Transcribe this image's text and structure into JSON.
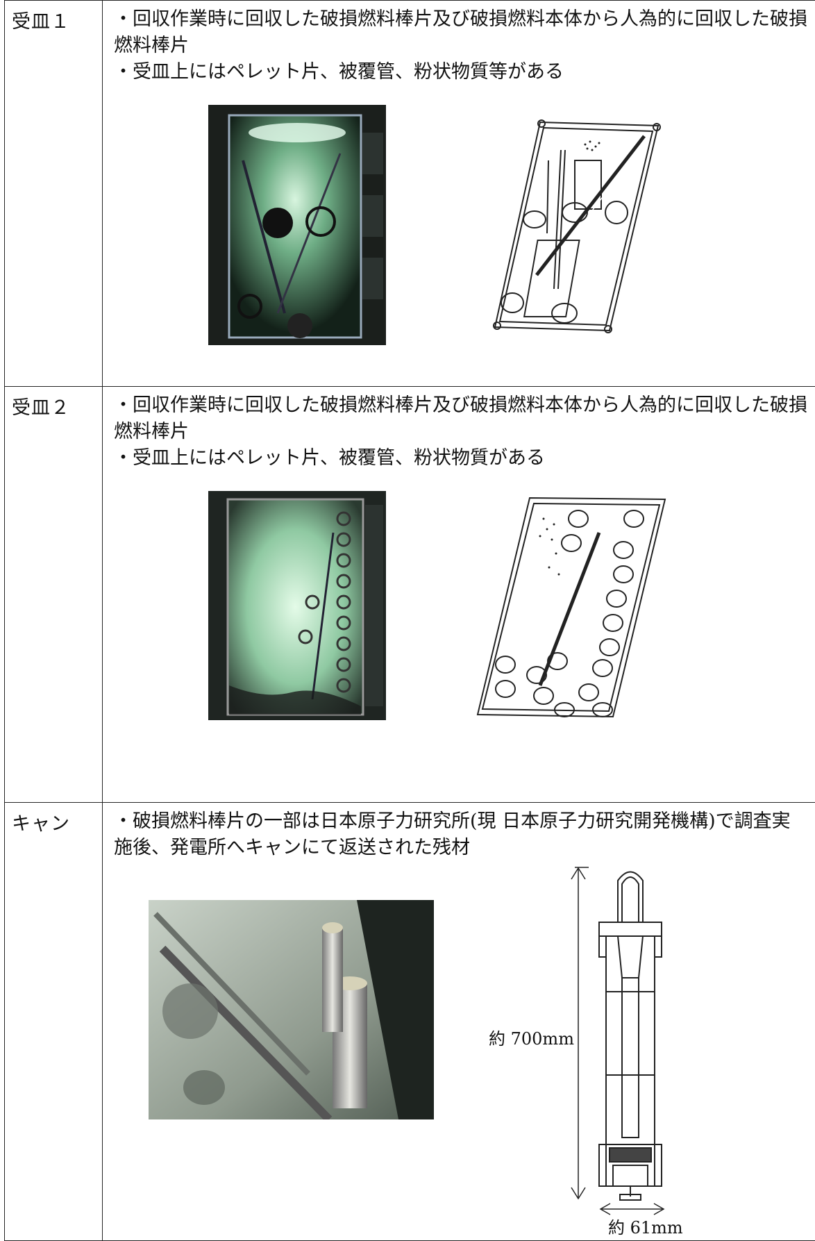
{
  "rows": [
    {
      "label": "受皿１",
      "bullets": [
        "・回収作業時に回収した破損燃料棒片及び破損燃料本体から人為的に回収した破損燃料棒片",
        "・受皿上にはペレット片、被覆管、粉状物質等がある"
      ]
    },
    {
      "label": "受皿２",
      "bullets": [
        "・回収作業時に回収した破損燃料棒片及び破損燃料本体から人為的に回収した破損燃料棒片",
        "・受皿上にはペレット片、被覆管、粉状物質がある"
      ]
    },
    {
      "label": "キャン",
      "bullets": [
        "・破損燃料棒片の一部は日本原子力研究所(現 日本原子力研究開発機構)で調査実施後、発電所へキャンにて返送された残材"
      ],
      "dim_height": "約 700mm",
      "dim_width": "約 61mm"
    }
  ],
  "colors": {
    "photo_green": "#7fbf9a",
    "photo_dark": "#1f2a24",
    "line": "#222222"
  }
}
